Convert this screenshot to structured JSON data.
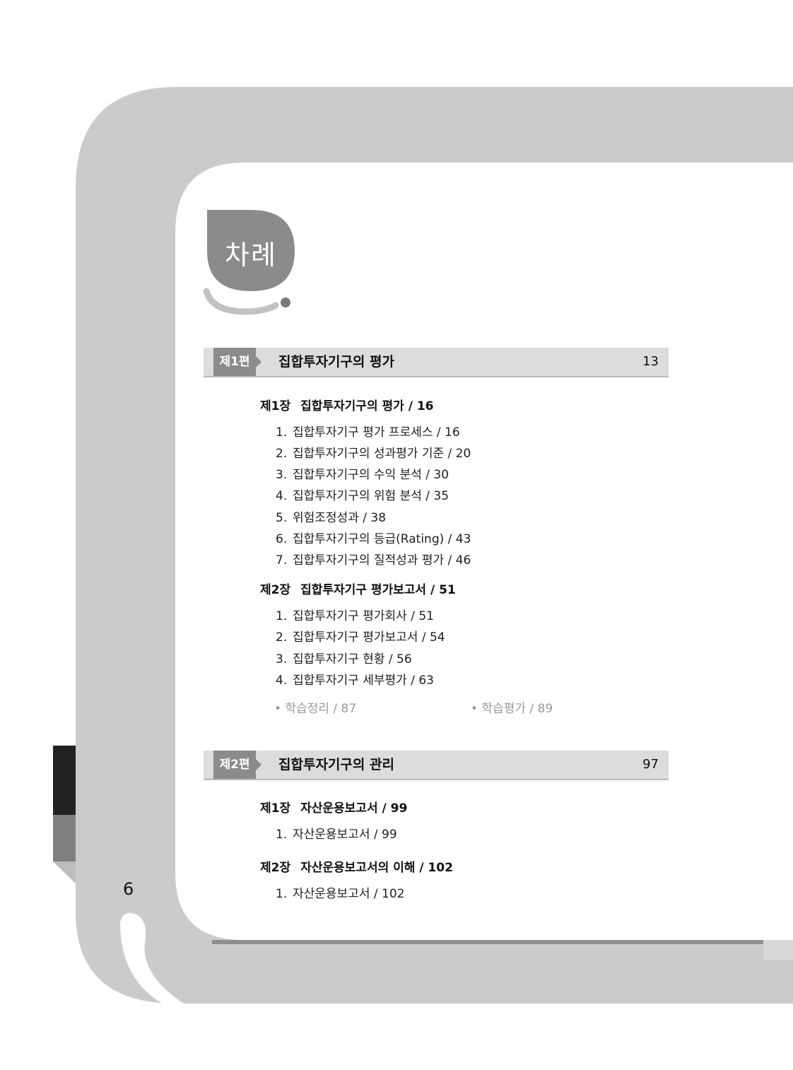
{
  "page": {
    "toc_title": "차례",
    "page_number": "6"
  },
  "colors": {
    "frame_gray": "#cbcbcb",
    "tab_gray": "#8b8b8b",
    "bar_gray": "#dcdcdc",
    "side_black": "#222222",
    "side_gray": "#808080"
  },
  "parts": [
    {
      "label": "제1편",
      "title": "집합투자기구의 평가",
      "page": "13",
      "chapters": [
        {
          "label": "제1장",
          "title": "집합투자기구의 평가 / 16",
          "items": [
            {
              "num": "1.",
              "text": "집합투자기구 평가 프로세스 / 16"
            },
            {
              "num": "2.",
              "text": "집합투자기구의 성과평가 기준 / 20"
            },
            {
              "num": "3.",
              "text": "집합투자기구의 수익 분석 / 30"
            },
            {
              "num": "4.",
              "text": "집합투자기구의 위험 분석 / 35"
            },
            {
              "num": "5.",
              "text": "위험조정성과 / 38"
            },
            {
              "num": "6.",
              "text": "집합투자기구의 등급(Rating) / 43"
            },
            {
              "num": "7.",
              "text": "집합투자기구의 질적성과 평가 / 46"
            }
          ]
        },
        {
          "label": "제2장",
          "title": "집합투자기구 평가보고서 / 51",
          "items": [
            {
              "num": "1.",
              "text": "집합투자기구 평가회사 / 51"
            },
            {
              "num": "2.",
              "text": "집합투자기구 평가보고서 / 54"
            },
            {
              "num": "3.",
              "text": "집합투자기구 현황 / 56"
            },
            {
              "num": "4.",
              "text": "집합투자기구 세부평가 / 63"
            }
          ]
        }
      ],
      "study": [
        "• 학습정리 / 87",
        "• 학습평가 / 89"
      ]
    },
    {
      "label": "제2편",
      "title": "집합투자기구의 관리",
      "page": "97",
      "chapters": [
        {
          "label": "제1장",
          "title": "자산운용보고서 / 99",
          "items": [
            {
              "num": "1.",
              "text": "자산운용보고서 / 99"
            }
          ]
        },
        {
          "label": "제2장",
          "title": "자산운용보고서의 이해 / 102",
          "items": [
            {
              "num": "1.",
              "text": "자산운용보고서 / 102"
            }
          ]
        }
      ]
    }
  ]
}
